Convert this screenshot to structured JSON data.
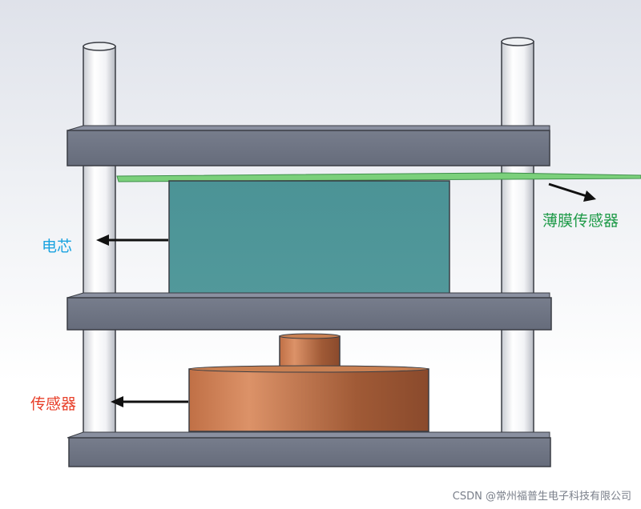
{
  "labels": {
    "core": "电芯",
    "film_sensor": "薄膜传感器",
    "sensor": "传感器"
  },
  "watermark": "CSDN @常州福普生电子科技有限公司",
  "colors": {
    "core_label": "#1aa3e0",
    "film_label": "#1e9a48",
    "sensor_label": "#e8402a",
    "plate": "#6f7584",
    "core_block": "#4e9799",
    "film": "#7bd07b",
    "load_cell": "#c0744a"
  }
}
